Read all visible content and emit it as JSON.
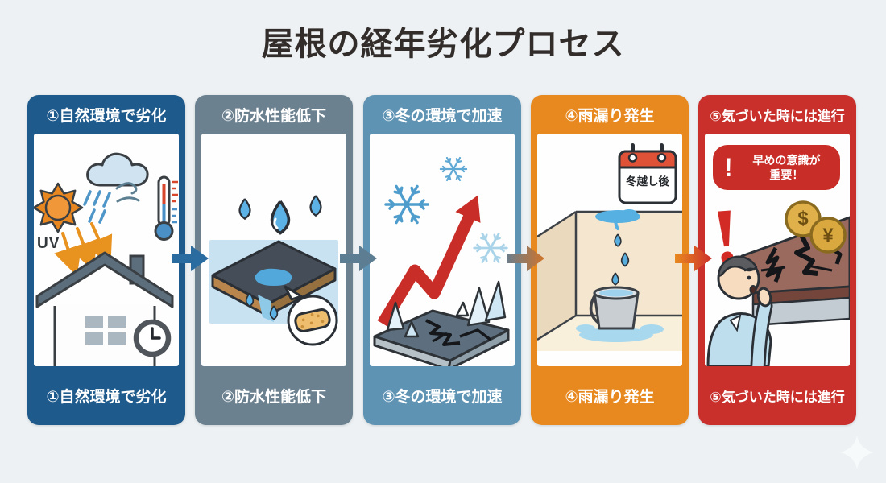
{
  "page": {
    "title": "屋根の経年劣化プロセス",
    "background_color": "#edf1f3"
  },
  "panels": [
    {
      "step": 1,
      "label": "①自然環境で劣化",
      "color": "#1e5a8c",
      "uv_label": "UV",
      "icons": [
        "sun-icon",
        "rain-cloud-icon",
        "wind-icon",
        "thermometer-icon",
        "uv-arrows-icon",
        "house-icon",
        "clock-icon"
      ]
    },
    {
      "step": 2,
      "label": "②防水性能低下",
      "color": "#6b8190",
      "icons": [
        "water-drop-icon",
        "roof-board-icon",
        "water-spill-icon",
        "sponge-bubble-icon"
      ]
    },
    {
      "step": 3,
      "label": "③冬の環境で加速",
      "color": "#5e93b4",
      "icons": [
        "snowflake-icon",
        "rising-arrow-icon",
        "cracked-slab-icon",
        "ice-shard-icon"
      ]
    },
    {
      "step": 4,
      "label": "④雨漏り発生",
      "color": "#e8891f",
      "calendar_label": "冬越し後",
      "icons": [
        "calendar-icon",
        "ceiling-leak-icon",
        "water-drop-icon",
        "bucket-icon",
        "puddle-icon"
      ]
    },
    {
      "step": 5,
      "label": "⑤気づいた時には進行",
      "color": "#c9302c",
      "badge": {
        "mark": "!",
        "line1": "早めの意識が",
        "line2": "重要！"
      },
      "coin_dollar": "$",
      "coin_yen": "¥",
      "icons": [
        "warning-badge",
        "exclamation-icon",
        "coin-dollar-icon",
        "coin-yen-icon",
        "cracked-roof-icon",
        "worried-person-icon"
      ]
    }
  ],
  "arrows": [
    {
      "from": "#2a6ba0",
      "to": "#2a6ba0"
    },
    {
      "from": "#5d7d93",
      "to": "#5d7d93"
    },
    {
      "from": "#6d7d8a",
      "to": "#d0742a"
    },
    {
      "from": "#e8891f",
      "to": "#cc2f2c"
    }
  ]
}
